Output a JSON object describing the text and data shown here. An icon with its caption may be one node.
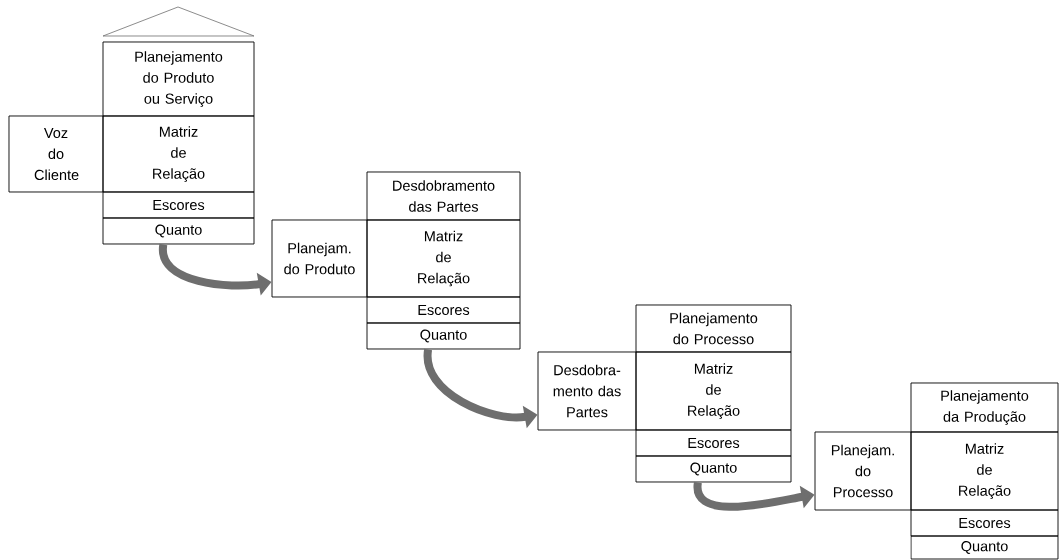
{
  "diagram": {
    "nodes": [
      {
        "text": [
          "Planejamento do Produto ou Serviço"
        ]
      },
      {
        "text": [
          "Voz do Cliente"
        ]
      },
      {
        "text": [
          "Matriz de Relação"
        ]
      },
      {
        "text": [
          "Escores"
        ]
      },
      {
        "text": [
          "Quanto"
        ]
      },
      {
        "text": [
          "Desdobramento das Partes"
        ]
      },
      {
        "text": [
          "Planejam. do Produto"
        ]
      },
      {
        "text": [
          "Matriz de Relação"
        ]
      },
      {
        "text": [
          "Escores"
        ]
      },
      {
        "text": [
          "Quanto"
        ]
      },
      {
        "text": [
          "Planejamento do Processo"
        ]
      },
      {
        "text": [
          "Desdobra-mento das Partes"
        ]
      },
      {
        "text": [
          "Matriz de Relação"
        ]
      },
      {
        "text": [
          "Escores"
        ]
      },
      {
        "text": [
          "Quanto"
        ]
      },
      {
        "text": [
          "Planejamento da Produção"
        ]
      },
      {
        "text": [
          "Planejam. do Processo"
        ]
      },
      {
        "text": [
          "Matriz de Relação"
        ]
      },
      {
        "text": [
          "Escores"
        ]
      },
      {
        "text": [
          "Quanto"
        ]
      }
    ],
    "edges": [
      {
        "from": 4,
        "to": 6,
        "arrow": "to"
      },
      {
        "from": 9,
        "to": 11,
        "arrow": "to"
      },
      {
        "from": 14,
        "to": 16,
        "arrow": "to"
      }
    ]
  }
}
